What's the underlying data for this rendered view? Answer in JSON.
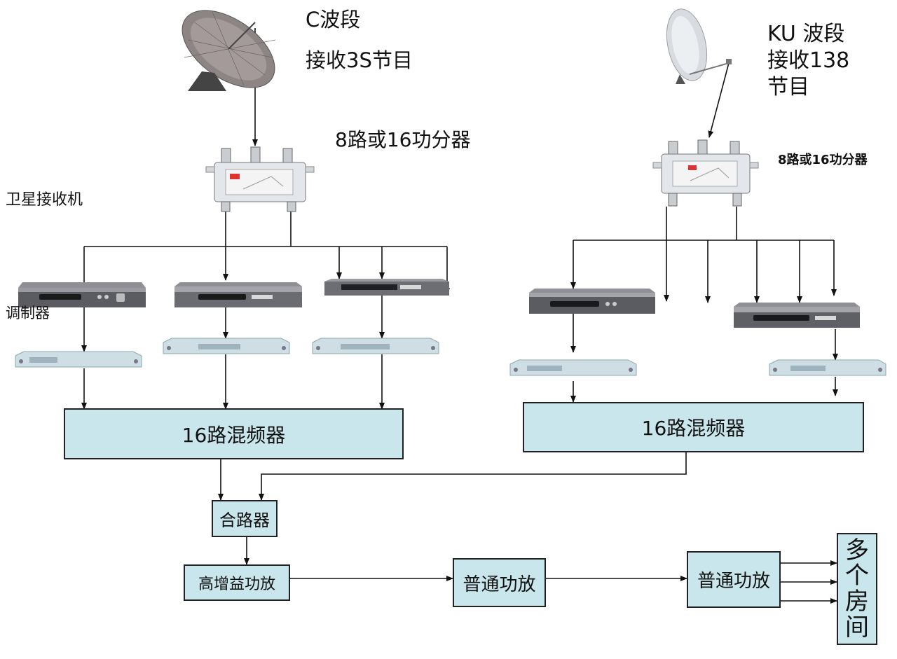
{
  "labels": {
    "c_band_line1": "C波段",
    "c_band_line2": "接收3S节目",
    "ku_band_line1": "KU 波段",
    "ku_band_line2": "接收138",
    "ku_band_line3": "节目",
    "splitter_left": "8路或16功分器",
    "splitter_right": "8路或16功分器",
    "satellite_receiver": "卫星接收机",
    "modulator": "调制器"
  },
  "boxes": {
    "mixer_left": "16路混频器",
    "mixer_right": "16路混频器",
    "combiner": "合路器",
    "high_gain_amp": "高增益功放",
    "amp_1": "普通功放",
    "amp_2": "普通功放",
    "rooms": [
      "多",
      "个",
      "房",
      "间"
    ]
  },
  "colors": {
    "box_fill": "#c8e6ec",
    "line": "#111111"
  },
  "icons": {
    "dish_c": "satellite-dish-icon",
    "dish_ku": "satellite-dish-icon",
    "splitter": "power-splitter-icon",
    "receiver": "satellite-receiver-icon",
    "modulator": "modulator-icon"
  }
}
